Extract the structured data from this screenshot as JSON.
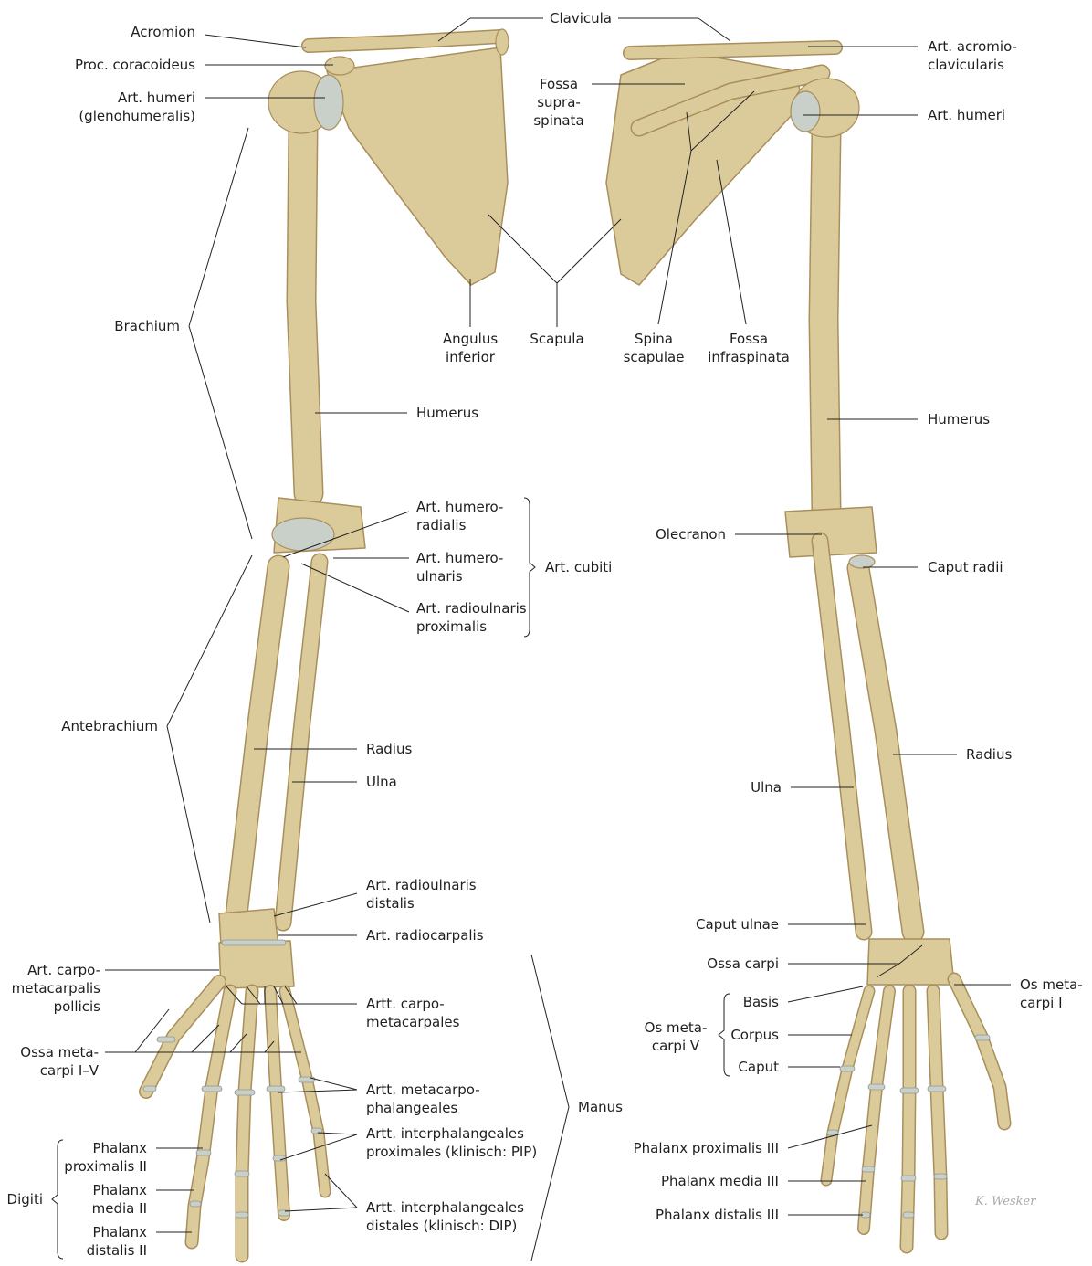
{
  "colors": {
    "bone": "#dccb9a",
    "bone_outline": "#a88f5c",
    "cartilage": "#c9cfc9",
    "leader_line": "#222222",
    "text": "#1e1e1e"
  },
  "signature": "K. Wesker",
  "labels": [
    {
      "id": "acromion",
      "lines": [
        "Acromion"
      ]
    },
    {
      "id": "proc-coracoideus",
      "lines": [
        "Proc. coracoideus"
      ]
    },
    {
      "id": "art-humeri-left",
      "lines": [
        "Art. humeri",
        "(glenohumeralis)"
      ]
    },
    {
      "id": "clavicula",
      "lines": [
        "Clavicula"
      ]
    },
    {
      "id": "art-acromioclavicularis",
      "lines": [
        "Art. acromio-",
        "clavicularis"
      ]
    },
    {
      "id": "art-humeri-right",
      "lines": [
        "Art. humeri"
      ]
    },
    {
      "id": "fossa-supraspinata",
      "lines": [
        "Fossa",
        "supra-",
        "spinata"
      ]
    },
    {
      "id": "angulus-inferior",
      "lines": [
        "Angulus",
        "inferior"
      ]
    },
    {
      "id": "scapula",
      "lines": [
        "Scapula"
      ]
    },
    {
      "id": "spina-scapulae",
      "lines": [
        "Spina",
        "scapulae"
      ]
    },
    {
      "id": "fossa-infraspinata",
      "lines": [
        "Fossa",
        "infraspinata"
      ]
    },
    {
      "id": "brachium",
      "lines": [
        "Brachium"
      ]
    },
    {
      "id": "humerus-left",
      "lines": [
        "Humerus"
      ]
    },
    {
      "id": "humerus-right",
      "lines": [
        "Humerus"
      ]
    },
    {
      "id": "art-humeroradialis",
      "lines": [
        "Art. humero-",
        "radialis"
      ]
    },
    {
      "id": "art-humeroulnaris",
      "lines": [
        "Art. humero-",
        "ulnaris"
      ]
    },
    {
      "id": "art-radioulnaris-proximalis",
      "lines": [
        "Art. radioulnaris",
        "proximalis"
      ]
    },
    {
      "id": "art-cubiti",
      "lines": [
        "Art. cubiti"
      ]
    },
    {
      "id": "olecranon",
      "lines": [
        "Olecranon"
      ]
    },
    {
      "id": "caput-radii",
      "lines": [
        "Caput radii"
      ]
    },
    {
      "id": "antebrachium",
      "lines": [
        "Antebrachium"
      ]
    },
    {
      "id": "radius-left",
      "lines": [
        "Radius"
      ]
    },
    {
      "id": "ulna-left",
      "lines": [
        "Ulna"
      ]
    },
    {
      "id": "ulna-right",
      "lines": [
        "Ulna"
      ]
    },
    {
      "id": "radius-right",
      "lines": [
        "Radius"
      ]
    },
    {
      "id": "art-radioulnaris-distalis",
      "lines": [
        "Art. radioulnaris",
        "distalis"
      ]
    },
    {
      "id": "art-radiocarpalis",
      "lines": [
        "Art. radiocarpalis"
      ]
    },
    {
      "id": "caput-ulnae",
      "lines": [
        "Caput ulnae"
      ]
    },
    {
      "id": "ossa-carpi",
      "lines": [
        "Ossa carpi"
      ]
    },
    {
      "id": "os-metacarpi-i",
      "lines": [
        "Os meta-",
        "carpi I"
      ]
    },
    {
      "id": "art-carpometacarpalis-pollicis",
      "lines": [
        "Art. carpo-",
        "metacarpalis",
        "pollicis"
      ]
    },
    {
      "id": "artt-carpometacarpales",
      "lines": [
        "Artt. carpo-",
        "metacarpales"
      ]
    },
    {
      "id": "ossa-metacarpi",
      "lines": [
        "Ossa meta-",
        "carpi I–V"
      ]
    },
    {
      "id": "os-metacarpi-v",
      "lines": [
        "Os meta-",
        "carpi V"
      ]
    },
    {
      "id": "basis",
      "lines": [
        "Basis"
      ]
    },
    {
      "id": "corpus",
      "lines": [
        "Corpus"
      ]
    },
    {
      "id": "caput",
      "lines": [
        "Caput"
      ]
    },
    {
      "id": "artt-metacarpophalangeales",
      "lines": [
        "Artt. metacarpo-",
        "phalangeales"
      ]
    },
    {
      "id": "manus",
      "lines": [
        "Manus"
      ]
    },
    {
      "id": "artt-interphalangeales-proximales",
      "lines": [
        "Artt. interphalangeales",
        "proximales (klinisch: PIP)"
      ]
    },
    {
      "id": "artt-interphalangeales-distales",
      "lines": [
        "Artt. interphalangeales",
        "distales (klinisch: DIP)"
      ]
    },
    {
      "id": "phalanx-proximalis-ii",
      "lines": [
        "Phalanx",
        "proximalis II"
      ]
    },
    {
      "id": "phalanx-media-ii",
      "lines": [
        "Phalanx",
        "media II"
      ]
    },
    {
      "id": "phalanx-distalis-ii",
      "lines": [
        "Phalanx",
        "distalis II"
      ]
    },
    {
      "id": "digiti",
      "lines": [
        "Digiti"
      ]
    },
    {
      "id": "phalanx-proximalis-iii",
      "lines": [
        "Phalanx proximalis III"
      ]
    },
    {
      "id": "phalanx-media-iii",
      "lines": [
        "Phalanx media III"
      ]
    },
    {
      "id": "phalanx-distalis-iii",
      "lines": [
        "Phalanx distalis III"
      ]
    }
  ]
}
